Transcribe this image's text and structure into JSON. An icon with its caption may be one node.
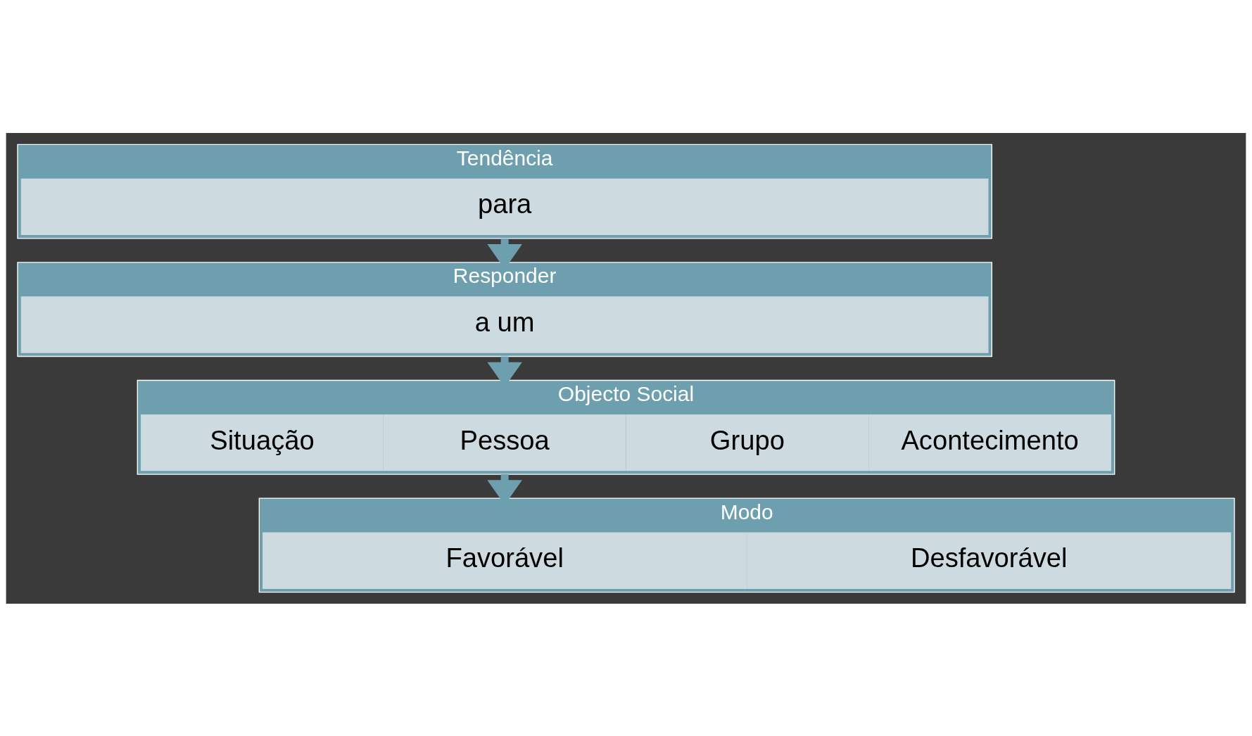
{
  "diagram": {
    "nodes": [
      {
        "text": [
          "Tendência"
        ]
      },
      {
        "text": [
          "para"
        ],
        "in": 0
      },
      {
        "text": [
          "Responder"
        ]
      },
      {
        "text": [
          "a um"
        ],
        "in": 2
      },
      {
        "text": [
          "Objecto Social"
        ]
      },
      {
        "text": [
          "Situação"
        ],
        "in": 4
      },
      {
        "text": [
          "Pessoa"
        ],
        "in": 4
      },
      {
        "text": [
          "Grupo"
        ],
        "in": 4
      },
      {
        "text": [
          "Acontecimento"
        ],
        "in": 4
      },
      {
        "text": [
          "Modo"
        ]
      },
      {
        "text": [
          "Favorável"
        ],
        "in": 9
      },
      {
        "text": [
          "Desfavorável"
        ],
        "in": 9
      }
    ],
    "edges": [
      {
        "from": 0,
        "to": 2,
        "arrow": "to"
      },
      {
        "from": 2,
        "to": 4,
        "arrow": "to"
      },
      {
        "from": 4,
        "to": 9,
        "arrow": "to"
      }
    ]
  }
}
